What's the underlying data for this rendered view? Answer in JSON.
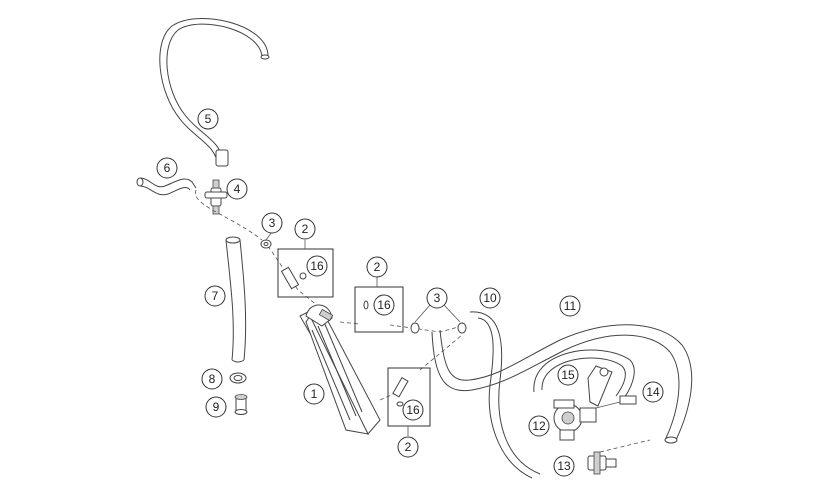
{
  "colors": {
    "line": "#444444",
    "text": "#222222",
    "background": "#ffffff",
    "shade": "#cfcfcf"
  },
  "callouts": [
    {
      "id": "c5",
      "label": "5"
    },
    {
      "id": "c6",
      "label": "6"
    },
    {
      "id": "c4",
      "label": "4"
    },
    {
      "id": "c3a",
      "label": "3"
    },
    {
      "id": "c2a",
      "label": "2"
    },
    {
      "id": "c16a",
      "label": "16"
    },
    {
      "id": "c7",
      "label": "7"
    },
    {
      "id": "c2b",
      "label": "2"
    },
    {
      "id": "c16b",
      "label": "16"
    },
    {
      "id": "c3b",
      "label": "3"
    },
    {
      "id": "c10",
      "label": "10"
    },
    {
      "id": "c11",
      "label": "11"
    },
    {
      "id": "c15",
      "label": "15"
    },
    {
      "id": "c14",
      "label": "14"
    },
    {
      "id": "c8",
      "label": "8"
    },
    {
      "id": "c9",
      "label": "9"
    },
    {
      "id": "c1",
      "label": "1"
    },
    {
      "id": "c16c",
      "label": "16"
    },
    {
      "id": "c2c",
      "label": "2"
    },
    {
      "id": "c12",
      "label": "12"
    },
    {
      "id": "c13",
      "label": "13"
    }
  ]
}
